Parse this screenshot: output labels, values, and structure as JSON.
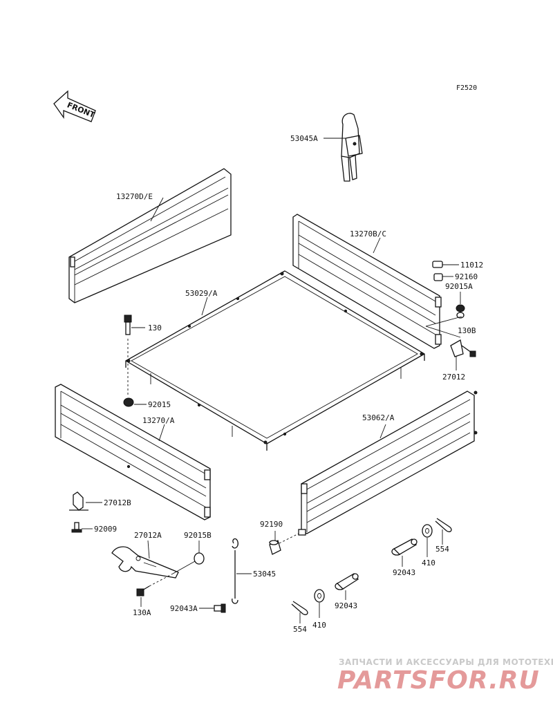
{
  "diagram": {
    "code": "F2520",
    "front_label": "FRONT",
    "labels": {
      "p53045A": "53045A",
      "p13270DE": "13270D/E",
      "p13270BC": "13270B/C",
      "p11012": "11012",
      "p92160": "92160",
      "p92015A": "92015A",
      "p53029A": "53029/A",
      "p130": "130",
      "p130B": "130B",
      "p27012": "27012",
      "p92015": "92015",
      "p13270A": "13270/A",
      "p53062A": "53062/A",
      "p27012B": "27012B",
      "p92009": "92009",
      "p27012A": "27012A",
      "p92015B": "92015B",
      "p92190": "92190",
      "p53045": "53045",
      "p92043_r": "92043",
      "p410_r": "410",
      "p554_r": "554",
      "p130A": "130A",
      "p92043A": "92043A",
      "p554_b": "554",
      "p410_b": "410",
      "p92043_b": "92043"
    }
  },
  "watermark": {
    "top_text": "ЗАПЧАСТИ И АКСЕССУАРЫ ДЛЯ МОТОТЕХНИКИ",
    "brand": "PARTSFOR.RU"
  }
}
